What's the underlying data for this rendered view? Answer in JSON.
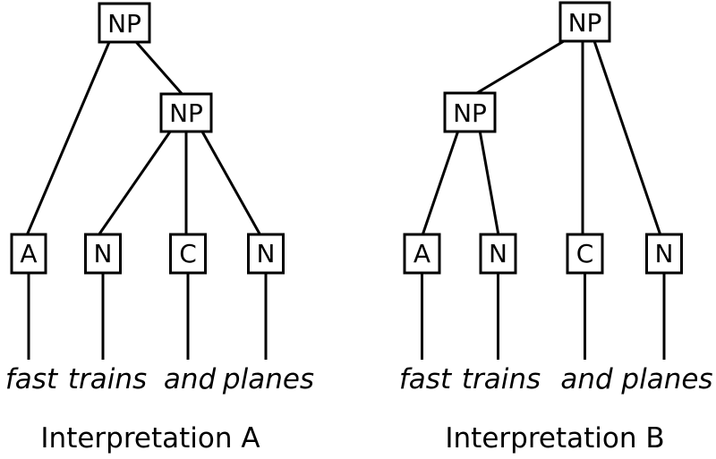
{
  "figure": {
    "background_color": "#ffffff",
    "line_color": "#000000",
    "text_color": "#000000",
    "sentence": "fast trains and planes",
    "trees": [
      {
        "caption": "Interpretation A",
        "root_label": "NP",
        "sub_label": "NP",
        "leaves": [
          "A",
          "N",
          "C",
          "N"
        ],
        "words": [
          "fast",
          "trains",
          "and",
          "planes"
        ],
        "edges": [
          "NP(root) -> A",
          "NP(root) -> NP(sub)",
          "NP(sub) -> N",
          "NP(sub) -> C",
          "NP(sub) -> N",
          "A -> fast",
          "N -> trains",
          "C -> and",
          "N -> planes"
        ],
        "bracketing": "[NP A [NP N C N]]"
      },
      {
        "caption": "Interpretation B",
        "root_label": "NP",
        "sub_label": "NP",
        "leaves": [
          "A",
          "N",
          "C",
          "N"
        ],
        "words": [
          "fast",
          "trains",
          "and",
          "planes"
        ],
        "edges": [
          "NP(root) -> NP(sub)",
          "NP(root) -> C",
          "NP(root) -> N",
          "NP(sub) -> A",
          "NP(sub) -> N",
          "A -> fast",
          "N -> trains",
          "C -> and",
          "N -> planes"
        ],
        "bracketing": "[NP [NP A N] C N]"
      }
    ]
  }
}
